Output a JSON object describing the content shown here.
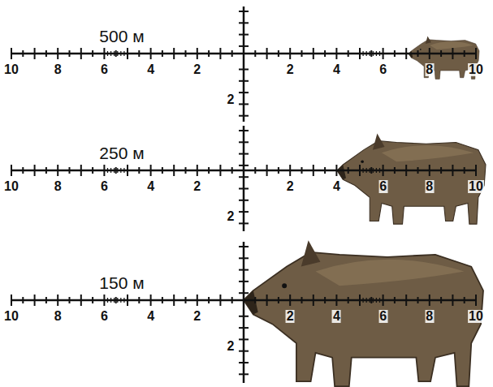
{
  "diagram": {
    "labels": [
      "500 м",
      "10",
      "8",
      "6",
      "4",
      "2",
      "2",
      "4",
      "6",
      "8",
      "10",
      "2",
      "250 м",
      "10",
      "8",
      "6",
      "4",
      "2",
      "2",
      "4",
      "6",
      "8",
      "10",
      "2",
      "150 м",
      "10",
      "8",
      "6",
      "4",
      "2",
      "2",
      "4",
      "6",
      "8",
      "10",
      "2"
    ]
  }
}
